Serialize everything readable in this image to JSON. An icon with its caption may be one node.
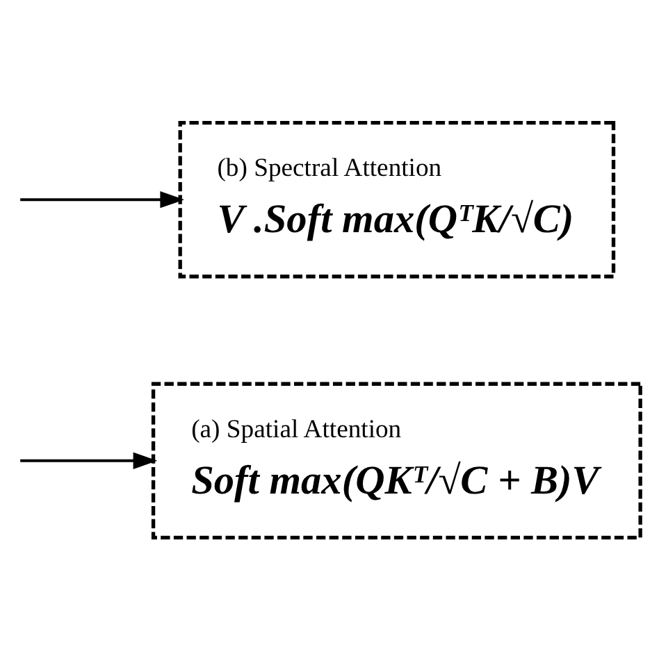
{
  "diagram": {
    "nodes": [
      {
        "text": [
          "(a) Spatial Attention",
          "Soft max(QKᵀ/√C + B)V"
        ]
      },
      {
        "text": [
          "(b) Spectral Attention",
          "V .Soft max(QᵀK/√C)"
        ]
      }
    ],
    "edges": [
      {
        "from": null,
        "to": 0,
        "arrow": "to"
      },
      {
        "from": null,
        "to": 1,
        "arrow": "to"
      }
    ]
  }
}
